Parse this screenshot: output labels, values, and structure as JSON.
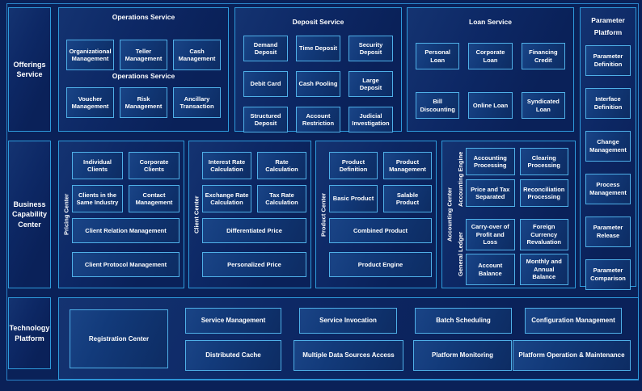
{
  "colors": {
    "background": "#0A2158",
    "frame_border": "#2B84C9",
    "panel_border": "#2E9BDC",
    "box_border": "#4FB0E8",
    "text": "#FFFFFF"
  },
  "sidebar": {
    "offerings": "Offerings Service",
    "business": "Business Capability Center",
    "technology": "Technology Platform"
  },
  "operations_service": {
    "title": "Operations Service",
    "subtitle": "Operations Service",
    "row1": [
      "Organizational Management",
      "Teller Management",
      "Cash Management"
    ],
    "row2": [
      "Voucher Management",
      "Risk Management",
      "Ancillary Transaction"
    ]
  },
  "deposit_service": {
    "title": "Deposit Service",
    "row1": [
      "Demand Deposit",
      "Time Deposit",
      "Security Deposit"
    ],
    "row2": [
      "Debit Card",
      "Cash Pooling",
      "Large Deposit"
    ],
    "row3": [
      "Structured Deposit",
      "Account Restriction",
      "Judicial Investigation"
    ]
  },
  "loan_service": {
    "title": "Loan Service",
    "row1": [
      "Personal Loan",
      "Corporate Loan",
      "Financing Credit"
    ],
    "row2": [
      "Bill Discounting",
      "Online Loan",
      "Syndicated Loan"
    ]
  },
  "parameter_platform": {
    "title": "Parameter Platform",
    "items": [
      "Parameter Definition",
      "Interface Definition",
      "Change Management",
      "Process Management",
      "Parameter Release",
      "Parameter Comparison"
    ]
  },
  "pricing_center": {
    "label": "Pricing Center",
    "row1": [
      "Individual Clients",
      "Corporate Clients"
    ],
    "row2": [
      "Clients in the Same Industry",
      "Contact Management"
    ],
    "wide": [
      "Client Relation Management",
      "Client Protocol Management"
    ]
  },
  "client_center": {
    "label": "Client Center",
    "row1": [
      "Interest Rate Calculation",
      "Rate Calculation"
    ],
    "row2": [
      "Exchange Rate Calculation",
      "Tax Rate Calculation"
    ],
    "wide": [
      "Differentiated Price",
      "Personalized Price"
    ]
  },
  "product_center": {
    "label": "Product Center",
    "row1": [
      "Product Definition",
      "Product Management"
    ],
    "row2": [
      "Basic Product",
      "Salable Product"
    ],
    "wide": [
      "Combined Product",
      "Product Engine"
    ]
  },
  "accounting_center": {
    "label": "Accounting Center",
    "engine": {
      "label": "Accounting Engine",
      "row1": [
        "Accounting Processing",
        "Clearing Processing"
      ],
      "row2": [
        "Price and Tax Separated",
        "Reconciliation Processing"
      ]
    },
    "ledger": {
      "label": "General Ledger",
      "row1": [
        "Carry-over of Profit and Loss",
        "Foreign Currency Revaluation"
      ],
      "row2": [
        "Account Balance",
        "Monthly and Annual Balance"
      ]
    }
  },
  "technology_platform": {
    "registration": "Registration Center",
    "row1": [
      "Service Management",
      "Service Invocation",
      "Batch Scheduling",
      "Configuration Management"
    ],
    "row2": [
      "Distributed Cache",
      "Multiple Data Sources Access",
      "Platform Monitoring",
      "Platform Operation & Maintenance"
    ]
  }
}
